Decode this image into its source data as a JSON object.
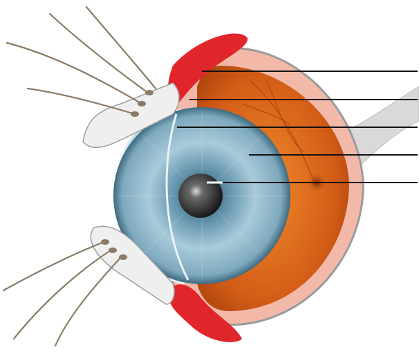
{
  "figure": {
    "subject": "cross-section-of-human-eye",
    "labels_printed": []
  },
  "colors": {
    "background": "#ffffff",
    "eyelid_red": "#e0262b",
    "sclera_pink": "#f2b3a2",
    "vitreous_orange": "#d9641b",
    "iris_blue": "#8fb8cc",
    "pupil_dark": "#2a2a2a",
    "leader_line": "#111111",
    "tendon_grey": "#d6d6d6",
    "optic_nerve": "#d9d9d9"
  },
  "callouts": [
    {
      "name": "callout-1",
      "text": ""
    },
    {
      "name": "callout-2",
      "text": ""
    },
    {
      "name": "callout-3",
      "text": ""
    },
    {
      "name": "callout-4",
      "text": ""
    },
    {
      "name": "callout-5",
      "text": ""
    }
  ]
}
